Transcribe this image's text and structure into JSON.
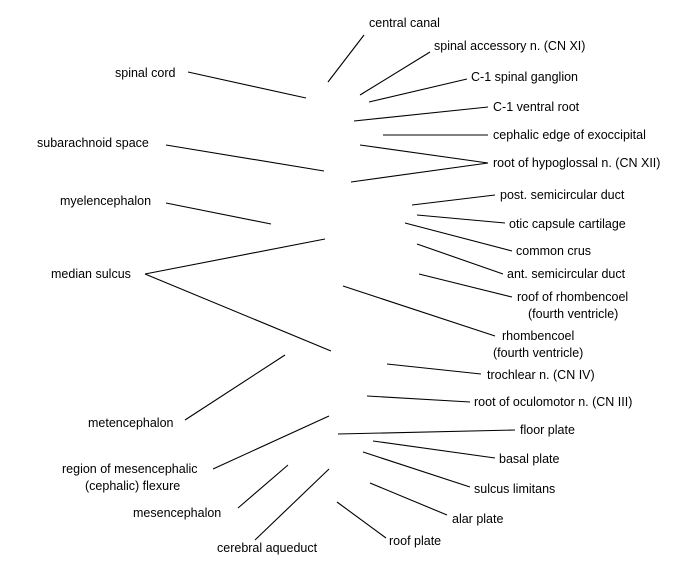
{
  "labels": [
    {
      "id": "central-canal",
      "text": "central canal"
    },
    {
      "id": "spinal-accessory-n",
      "text": "spinal accessory n. (CN XI)"
    },
    {
      "id": "spinal-cord",
      "text": "spinal cord"
    },
    {
      "id": "c1-spinal-ganglion",
      "text": "C-1 spinal ganglion"
    },
    {
      "id": "c1-ventral-root",
      "text": "C-1 ventral root"
    },
    {
      "id": "cephalic-edge-exoccipital",
      "text": "cephalic edge of exoccipital"
    },
    {
      "id": "subarachnoid-space",
      "text": "subarachnoid space"
    },
    {
      "id": "root-hypoglossal-n",
      "text": "root of hypoglossal n. (CN XII)"
    },
    {
      "id": "post-semicircular-duct",
      "text": "post. semicircular duct"
    },
    {
      "id": "myelencephalon",
      "text": "myelencephalon"
    },
    {
      "id": "otic-capsule-cartilage",
      "text": "otic capsule cartilage"
    },
    {
      "id": "common-crus",
      "text": "common crus"
    },
    {
      "id": "median-sulcus",
      "text": "median sulcus"
    },
    {
      "id": "ant-semicircular-duct",
      "text": "ant. semicircular duct"
    },
    {
      "id": "roof-rhombencoel-1",
      "text": "roof of rhombencoel"
    },
    {
      "id": "roof-rhombencoel-2",
      "text": "(fourth ventricle)"
    },
    {
      "id": "rhombencoel-1",
      "text": "rhombencoel"
    },
    {
      "id": "rhombencoel-2",
      "text": "(fourth ventricle)"
    },
    {
      "id": "trochlear-n",
      "text": "trochlear n. (CN IV)"
    },
    {
      "id": "root-oculomotor-n",
      "text": "root of oculomotor n. (CN III)"
    },
    {
      "id": "metencephalon",
      "text": "metencephalon"
    },
    {
      "id": "floor-plate",
      "text": "floor plate"
    },
    {
      "id": "basal-plate",
      "text": "basal plate"
    },
    {
      "id": "region-mesencephalic-1",
      "text": "region of mesencephalic"
    },
    {
      "id": "region-mesencephalic-2",
      "text": "(cephalic) flexure"
    },
    {
      "id": "sulcus-limitans",
      "text": "sulcus limitans"
    },
    {
      "id": "alar-plate",
      "text": "alar plate"
    },
    {
      "id": "mesencephalon",
      "text": "mesencephalon"
    },
    {
      "id": "roof-plate",
      "text": "roof plate"
    },
    {
      "id": "cerebral-aqueduct",
      "text": "cerebral aqueduct"
    }
  ]
}
